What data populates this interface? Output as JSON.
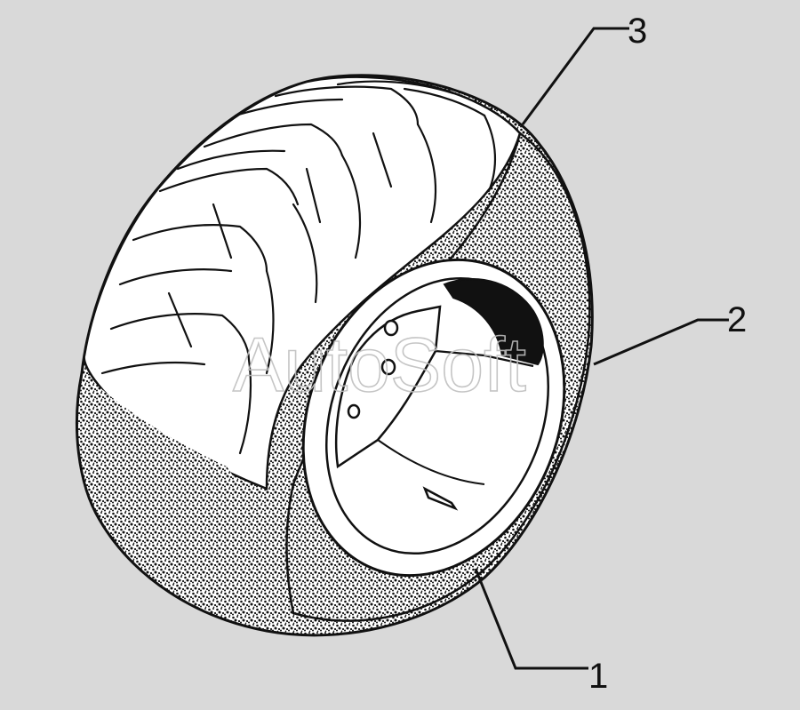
{
  "diagram": {
    "callouts": [
      {
        "id": "1",
        "label": "1"
      },
      {
        "id": "2",
        "label": "2"
      },
      {
        "id": "3",
        "label": "3"
      }
    ],
    "watermark": "AutoSoft",
    "colors": {
      "background": "#d9d9d9",
      "ink": "#111111",
      "paper": "#ffffff",
      "watermark": "#bfbfbf"
    }
  }
}
